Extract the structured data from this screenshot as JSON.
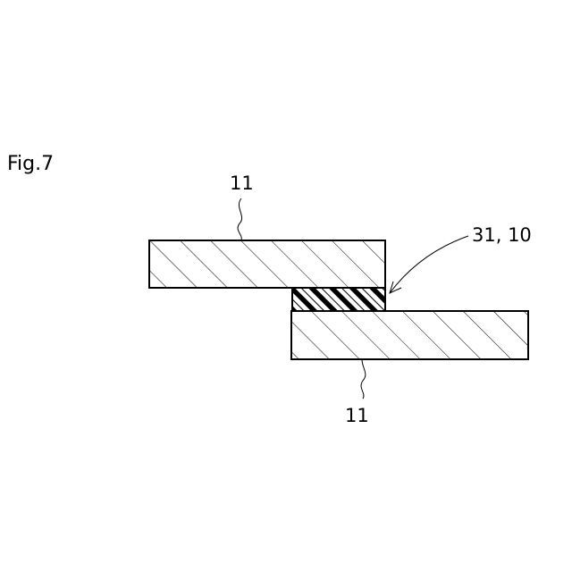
{
  "figure": {
    "title": "Fig.7"
  },
  "labels": {
    "upper_member": "11",
    "lower_member": "11",
    "joint": "31, 10"
  },
  "colors": {
    "line": "#000000",
    "background": "#ffffff"
  }
}
